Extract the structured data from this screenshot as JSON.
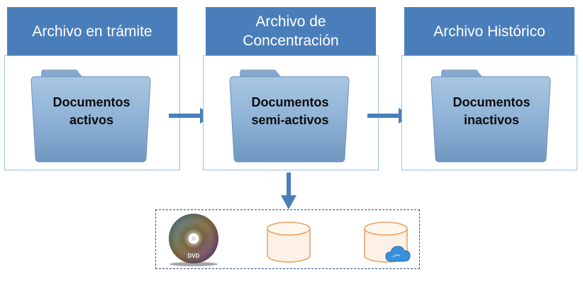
{
  "stages": [
    {
      "header": "Archivo en trámite",
      "folder_line1": "Documentos",
      "folder_line2": "activos"
    },
    {
      "header_line1": "Archivo de",
      "header_line2": "Concentración",
      "folder_line1": "Documentos",
      "folder_line2": "semi-activos"
    },
    {
      "header": "Archivo Histórico",
      "folder_line1": "Documentos",
      "folder_line2": "inactivos"
    }
  ],
  "media": {
    "dvd_label": "DVD",
    "icons": [
      "dvd-disc-icon",
      "database-icon",
      "cloud-database-icon"
    ]
  },
  "colors": {
    "header_bg": "#4a7ebb",
    "frame_border": "#9cc3de",
    "arrow": "#4a7ebb",
    "folder": "#8fb3d6",
    "database_stroke": "#e8a060",
    "database_fill": "#fdf0e6",
    "cloud": "#3a8fd8"
  }
}
